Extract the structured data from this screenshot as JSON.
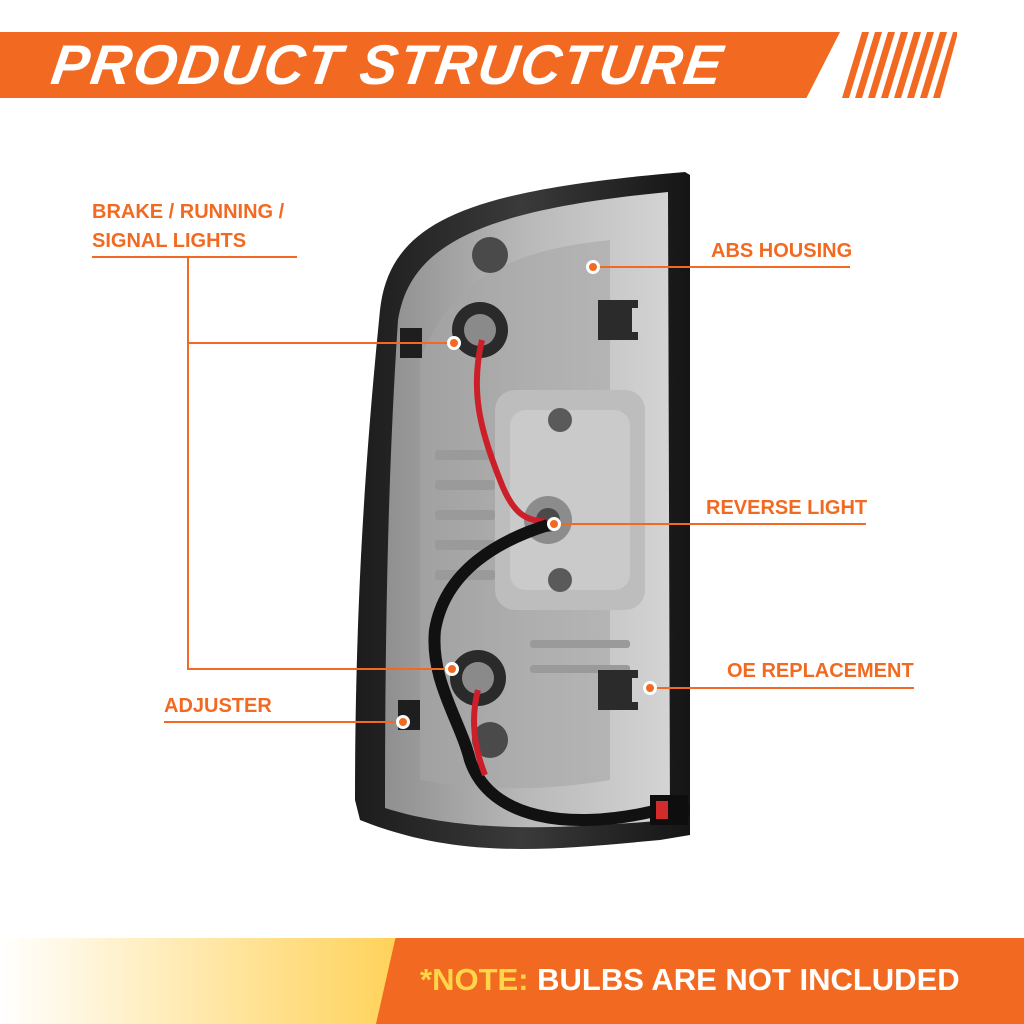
{
  "header": {
    "title": "PRODUCT STRUCTURE"
  },
  "labels": {
    "brake": [
      "BRAKE / RUNNING /",
      "SIGNAL LIGHTS"
    ],
    "abs": "ABS HOUSING",
    "reverse": "REVERSE LIGHT",
    "oe": "OE REPLACEMENT",
    "adjuster": "ADJUSTER"
  },
  "note": {
    "prefix": "*NOTE:",
    "text": "BULBS ARE NOT INCLUDED"
  },
  "colors": {
    "accent": "#f26a21",
    "note_highlight": "#ffd54a"
  },
  "icons": {
    "product": "tail-light-assembly-illustration"
  }
}
